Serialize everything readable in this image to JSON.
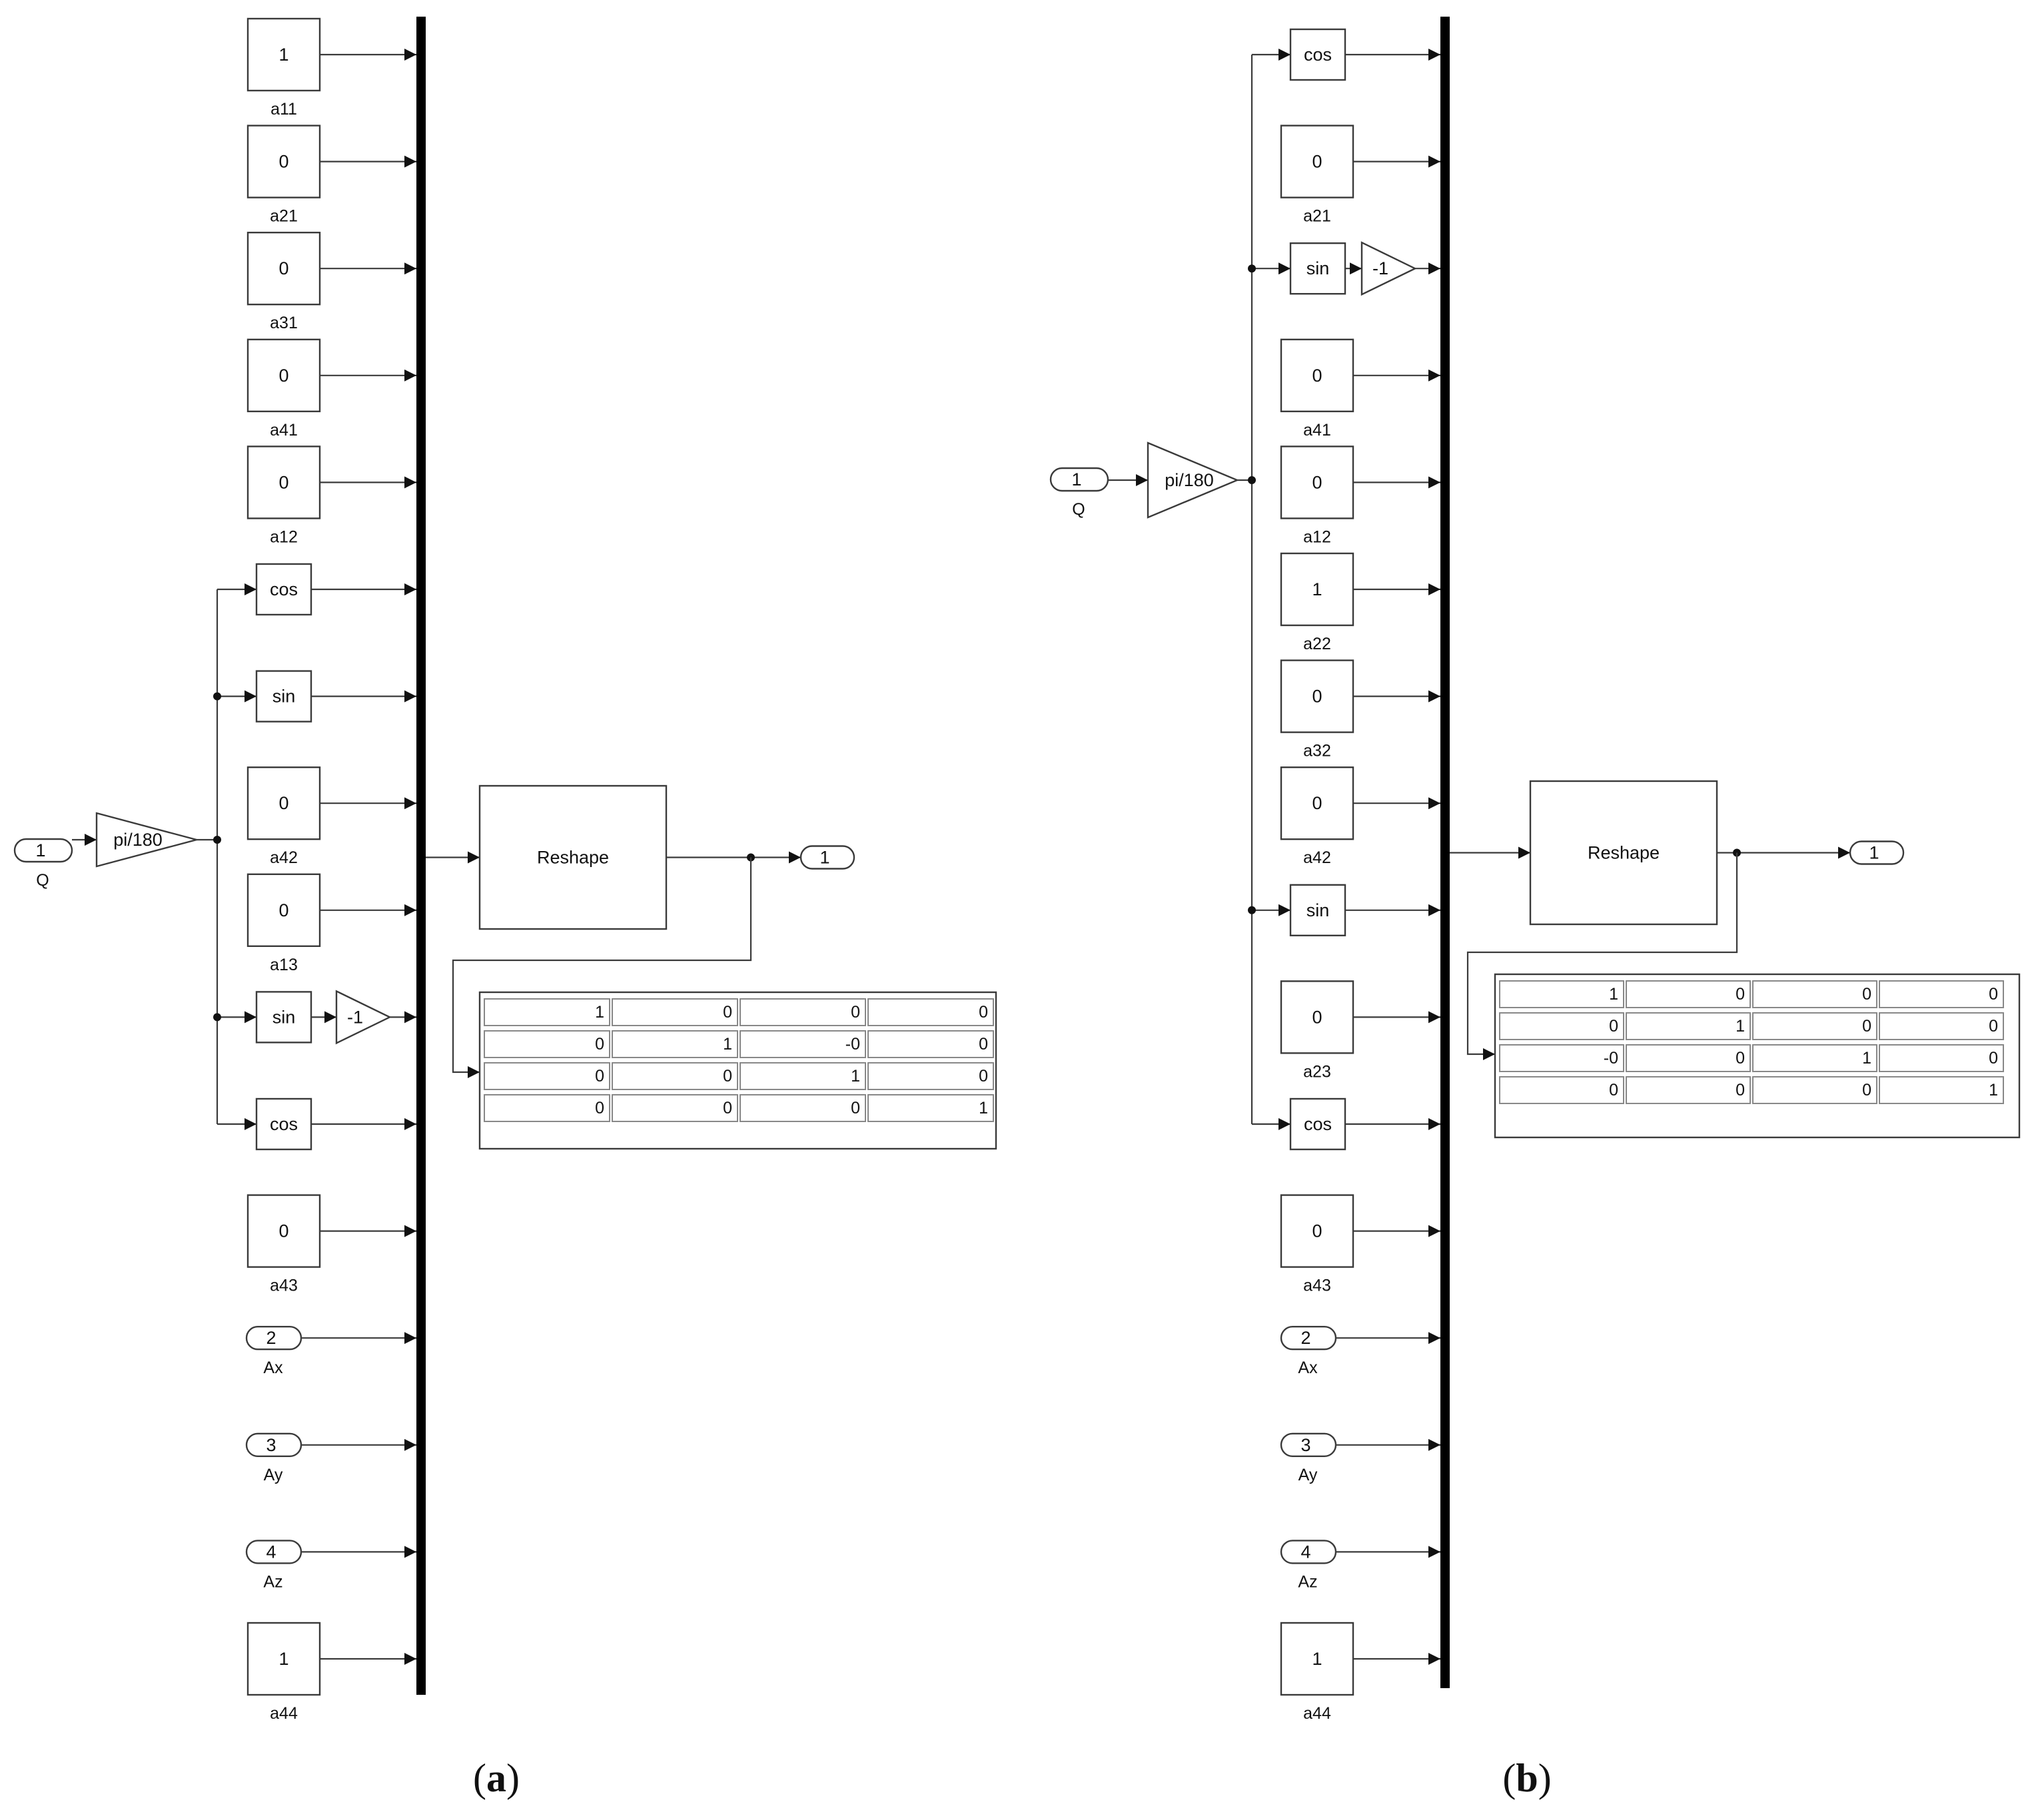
{
  "panels": [
    {
      "caption_open": "(",
      "caption_letter": "a",
      "caption_close": ")",
      "input": {
        "port": "1",
        "name": "Q"
      },
      "gain": "pi/180",
      "rows": [
        {
          "kind": "const",
          "value": "1",
          "name": "a11"
        },
        {
          "kind": "const",
          "value": "0",
          "name": "a21"
        },
        {
          "kind": "const",
          "value": "0",
          "name": "a31"
        },
        {
          "kind": "const",
          "value": "0",
          "name": "a41"
        },
        {
          "kind": "const",
          "value": "0",
          "name": "a12"
        },
        {
          "kind": "func",
          "value": "cos"
        },
        {
          "kind": "func",
          "value": "sin"
        },
        {
          "kind": "const",
          "value": "0",
          "name": "a42"
        },
        {
          "kind": "const",
          "value": "0",
          "name": "a13"
        },
        {
          "kind": "funcgain",
          "value": "sin",
          "gain": "-1"
        },
        {
          "kind": "func",
          "value": "cos"
        },
        {
          "kind": "const",
          "value": "0",
          "name": "a43"
        },
        {
          "kind": "inport",
          "value": "2",
          "name": "Ax"
        },
        {
          "kind": "inport",
          "value": "3",
          "name": "Ay"
        },
        {
          "kind": "inport",
          "value": "4",
          "name": "Az"
        },
        {
          "kind": "const",
          "value": "1",
          "name": "a44"
        }
      ],
      "reshape_label": "Reshape",
      "outport": "1",
      "display": [
        [
          "1",
          "0",
          "0",
          "0"
        ],
        [
          "0",
          "1",
          "-0",
          "0"
        ],
        [
          "0",
          "0",
          "1",
          "0"
        ],
        [
          "0",
          "0",
          "0",
          "1"
        ]
      ]
    },
    {
      "caption_open": "(",
      "caption_letter": "b",
      "caption_close": ")",
      "input": {
        "port": "1",
        "name": "Q"
      },
      "gain": "pi/180",
      "rows": [
        {
          "kind": "func",
          "value": "cos"
        },
        {
          "kind": "const",
          "value": "0",
          "name": "a21"
        },
        {
          "kind": "funcgain",
          "value": "sin",
          "gain": "-1"
        },
        {
          "kind": "const",
          "value": "0",
          "name": "a41"
        },
        {
          "kind": "const",
          "value": "0",
          "name": "a12"
        },
        {
          "kind": "const",
          "value": "1",
          "name": "a22"
        },
        {
          "kind": "const",
          "value": "0",
          "name": "a32"
        },
        {
          "kind": "const",
          "value": "0",
          "name": "a42"
        },
        {
          "kind": "func",
          "value": "sin"
        },
        {
          "kind": "const",
          "value": "0",
          "name": "a23"
        },
        {
          "kind": "func",
          "value": "cos"
        },
        {
          "kind": "const",
          "value": "0",
          "name": "a43"
        },
        {
          "kind": "inport",
          "value": "2",
          "name": "Ax"
        },
        {
          "kind": "inport",
          "value": "3",
          "name": "Ay"
        },
        {
          "kind": "inport",
          "value": "4",
          "name": "Az"
        },
        {
          "kind": "const",
          "value": "1",
          "name": "a44"
        }
      ],
      "reshape_label": "Reshape",
      "outport": "1",
      "display": [
        [
          "1",
          "0",
          "0",
          "0"
        ],
        [
          "0",
          "1",
          "0",
          "0"
        ],
        [
          "-0",
          "0",
          "1",
          "0"
        ],
        [
          "0",
          "0",
          "0",
          "1"
        ]
      ]
    }
  ]
}
